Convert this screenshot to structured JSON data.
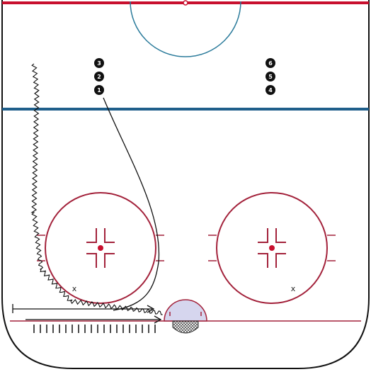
{
  "colors": {
    "red_line": "#c8102e",
    "blue_line": "#1f5f8b",
    "circle": "#a3223b",
    "crease": "#d6d6ee",
    "center_circle": "#2b7b9b",
    "stroke": "#111111"
  },
  "players_left": [
    {
      "label": "3"
    },
    {
      "label": "2"
    },
    {
      "label": "1"
    }
  ],
  "players_right": [
    {
      "label": "6"
    },
    {
      "label": "5"
    },
    {
      "label": "4"
    }
  ],
  "markers": [
    {
      "label": "x"
    },
    {
      "label": "x"
    }
  ]
}
